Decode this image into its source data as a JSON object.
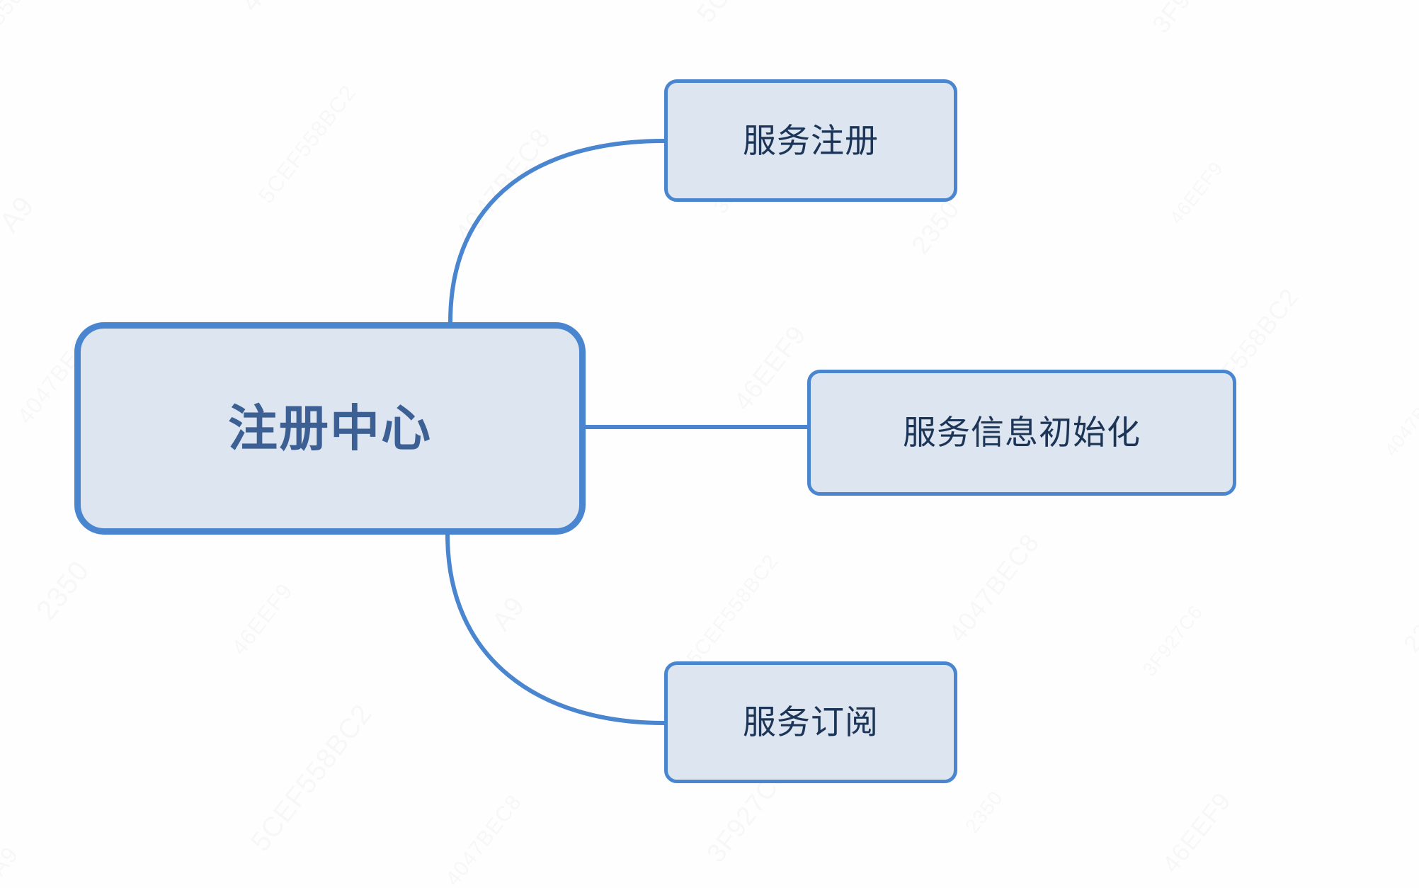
{
  "diagram": {
    "type": "mindmap",
    "title": "注册中心",
    "background_color": "#fefefe",
    "node_fill_color": "#dce5f0",
    "node_border_color": "#4a86d0",
    "root_text_color": "#3d6094",
    "child_text_color": "#1c3557",
    "connector_color": "#4a86d0",
    "root": {
      "label": "注册中心",
      "name": "root-node"
    },
    "children": [
      {
        "label": "服务注册",
        "name": "child-node-service-registration",
        "connector": "curve-up"
      },
      {
        "label": "服务信息初始化",
        "name": "child-node-service-info-init",
        "connector": "straight"
      },
      {
        "label": "服务订阅",
        "name": "child-node-service-subscription",
        "connector": "curve-down"
      }
    ]
  },
  "watermarks": [
    "5CEF558BC2",
    "4047BEC8",
    "3F927C6",
    "2350",
    "46EEF9",
    "A9",
    "5CEF558BC2",
    "4047BEC8",
    "3F927C6",
    "2350",
    "46EEF9",
    "A9",
    "5CEF558BC2",
    "4047BEC8",
    "3F927C6",
    "2350",
    "46EEF9",
    "A9",
    "5CEF558BC2",
    "4047BEC8",
    "3F927C6",
    "2350",
    "46EEF9",
    "A9",
    "5CEF558BC2",
    "4047BEC8",
    "3F927C6",
    "2350",
    "46EEF9",
    "A9",
    "5CEF558BC2",
    "4047BEC8",
    "3F927C6",
    "2350",
    "46EEF9",
    "A9"
  ]
}
